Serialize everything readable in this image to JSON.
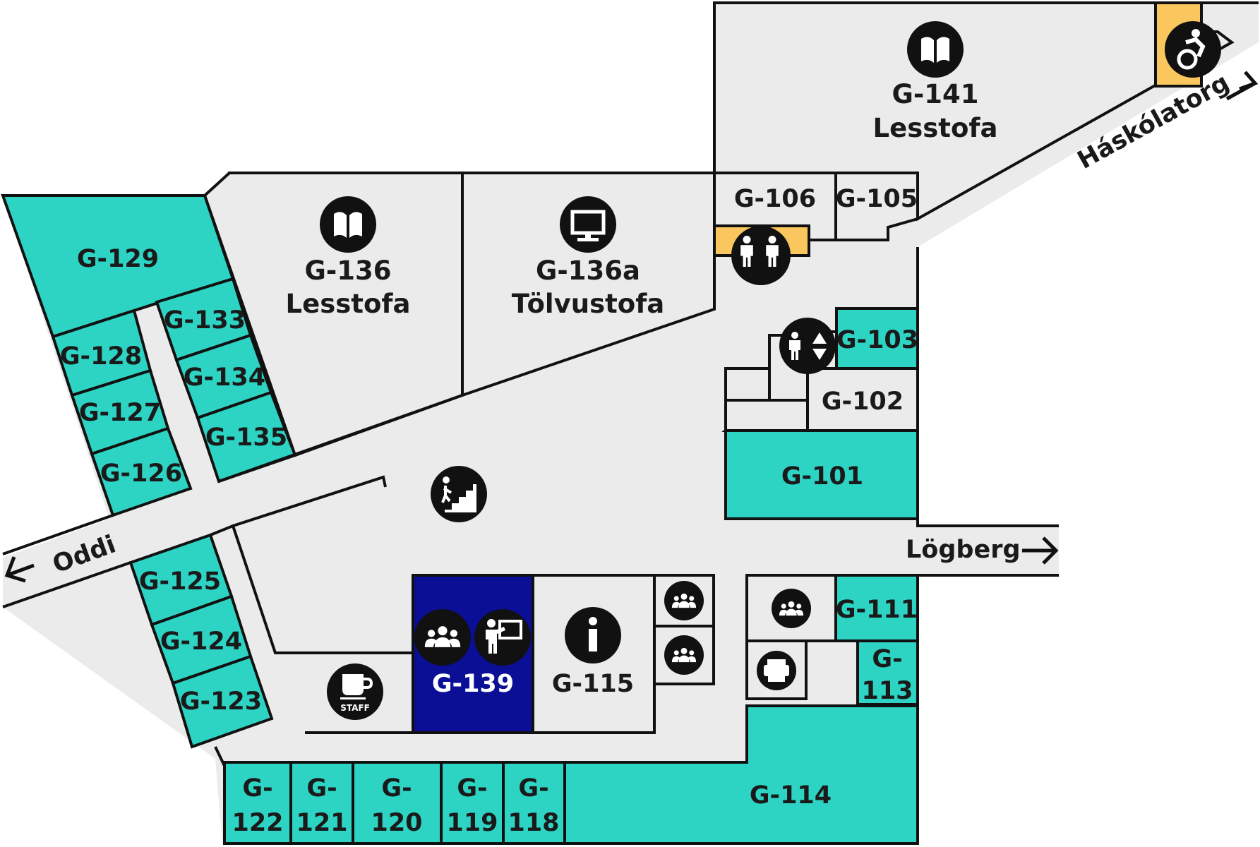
{
  "map": {
    "rooms": {
      "g129": "G-129",
      "g128": "G-128",
      "g127": "G-127",
      "g126": "G-126",
      "g133": "G-133",
      "g134": "G-134",
      "g135": "G-135",
      "g125": "G-125",
      "g124": "G-124",
      "g123": "G-123",
      "g136": {
        "code": "G-136",
        "name": "Lesstofa"
      },
      "g136a": {
        "code": "G-136a",
        "name": "Tölvustofa"
      },
      "g141": {
        "code": "G-141",
        "name": "Lesstofa"
      },
      "g106": "G-106",
      "g105": "G-105",
      "g103": "G-103",
      "g102": "G-102",
      "g101": "G-101",
      "g111": "G-111",
      "g113": {
        "line1": "G-",
        "line2": "113"
      },
      "g114": "G-114",
      "g115": "G-115",
      "g139": "G-139",
      "g122": {
        "line1": "G-",
        "line2": "122"
      },
      "g121": {
        "line1": "G-",
        "line2": "121"
      },
      "g120": {
        "line1": "G-",
        "line2": "120"
      },
      "g119": {
        "line1": "G-",
        "line2": "119"
      },
      "g118": {
        "line1": "G-",
        "line2": "118"
      }
    },
    "directions": {
      "oddi": "Oddi",
      "logberg": "Lögberg",
      "haskolatorg": "Háskólatorg"
    },
    "icons": {
      "staff_label": "STAFF",
      "names": [
        "book-icon",
        "computer-icon",
        "restroom-icon",
        "elevator-icon",
        "wheelchair-icon",
        "stairs-icon",
        "group-icon",
        "presentation-icon",
        "info-icon",
        "coffee-icon",
        "printer-icon"
      ]
    },
    "colors": {
      "room_teal": "#2dd4c4",
      "room_grey": "#ebebeb",
      "service_yellow": "#f9c75e",
      "highlight_navy": "#0a0f96",
      "wall": "#111111"
    }
  }
}
